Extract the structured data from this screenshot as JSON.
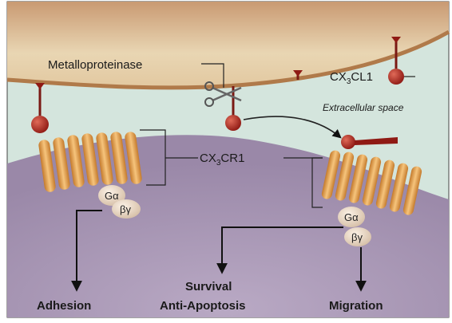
{
  "labels": {
    "metalloproteinase": "Metalloproteinase",
    "ligand": {
      "base": "CX",
      "sub": "3",
      "rest": "CL1"
    },
    "receptor": {
      "base": "CX",
      "sub": "3",
      "rest": "CR1"
    },
    "extracellular_space": "Extracellular space",
    "g_alpha": "Gα",
    "g_betagamma": "βγ",
    "outcomes": {
      "adhesion": "Adhesion",
      "survival": "Survival",
      "anti_apoptosis": "Anti-Apoptosis",
      "migration": "Migration"
    }
  },
  "colors": {
    "upper_cell": "#e9d6b3",
    "upper_cell_rim": "#b07a4a",
    "extracellular": "#d3e4dc",
    "lower_cell": "#a99ab6",
    "receptor": "#e8a85a",
    "ligand": "#a5221b",
    "g_protein": "#e6d6c4"
  }
}
